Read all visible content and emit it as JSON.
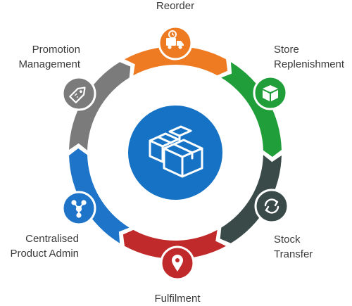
{
  "center": {
    "icon": "boxes-icon",
    "color": "#1672c4"
  },
  "stages": [
    {
      "id": "reorder",
      "lines": [
        "Reorder"
      ],
      "icon": "delivery-truck-icon",
      "color": "#ee7a22"
    },
    {
      "id": "store-replenishment",
      "lines": [
        "Store",
        "Replenishment"
      ],
      "icon": "package-icon",
      "color": "#1f9e3a"
    },
    {
      "id": "stock-transfer",
      "lines": [
        "Stock",
        "Transfer"
      ],
      "icon": "transfer-arrows-icon",
      "color": "#3a4a48"
    },
    {
      "id": "fulfilment",
      "lines": [
        "Fulfilment"
      ],
      "icon": "map-pin-icon",
      "color": "#c02a2a"
    },
    {
      "id": "centralised-product-admin",
      "lines": [
        "Centralised",
        "Product Admin"
      ],
      "icon": "network-hub-icon",
      "color": "#1e74c8"
    },
    {
      "id": "promotion-management",
      "lines": [
        "Promotion",
        "Management"
      ],
      "icon": "price-tag-icon",
      "color": "#7b7b7b"
    }
  ]
}
